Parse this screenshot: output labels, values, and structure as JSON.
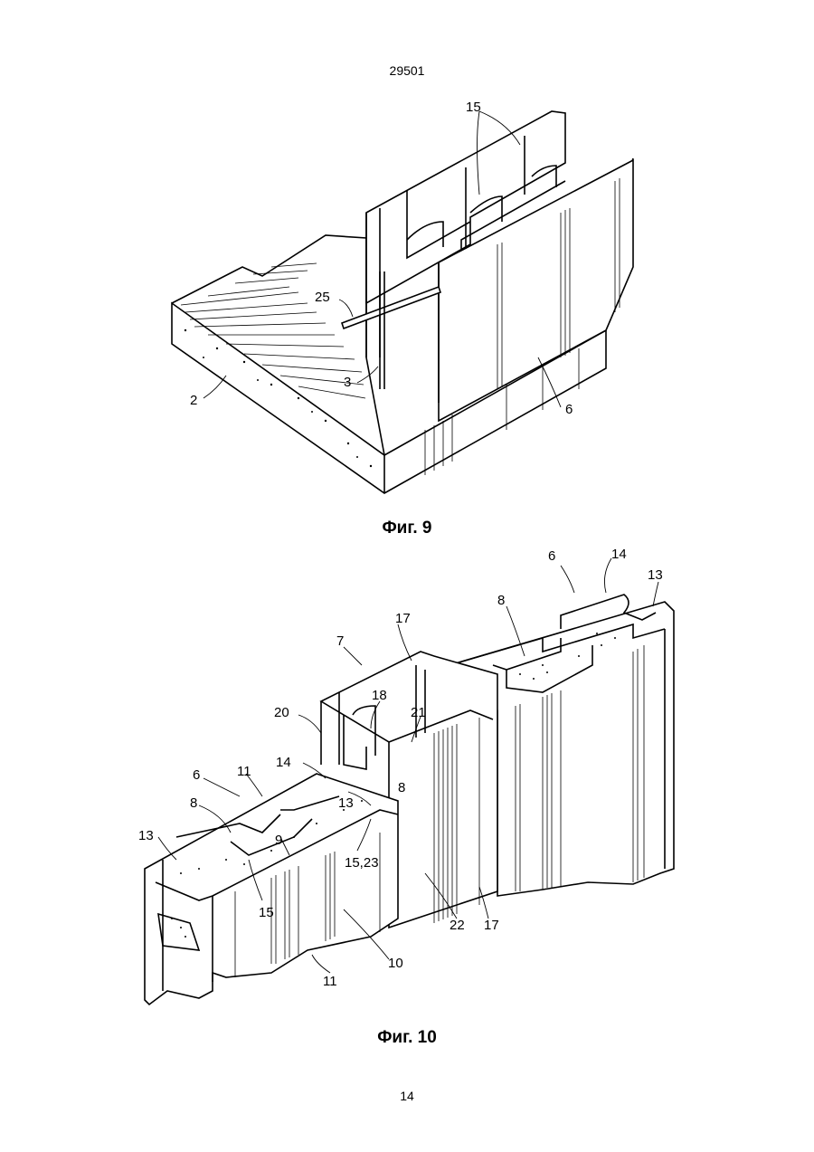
{
  "document": {
    "number": "29501",
    "page_number": "14"
  },
  "figure9": {
    "caption": "Фиг. 9",
    "labels": [
      "15",
      "25",
      "3",
      "2",
      "6"
    ]
  },
  "figure10": {
    "caption": "Фиг. 10",
    "labels": [
      "6",
      "14",
      "13",
      "8",
      "17",
      "7",
      "18",
      "20",
      "21",
      "6",
      "11",
      "14",
      "8",
      "13",
      "8",
      "13",
      "9",
      "15,23",
      "15",
      "22",
      "17",
      "10",
      "11"
    ]
  }
}
